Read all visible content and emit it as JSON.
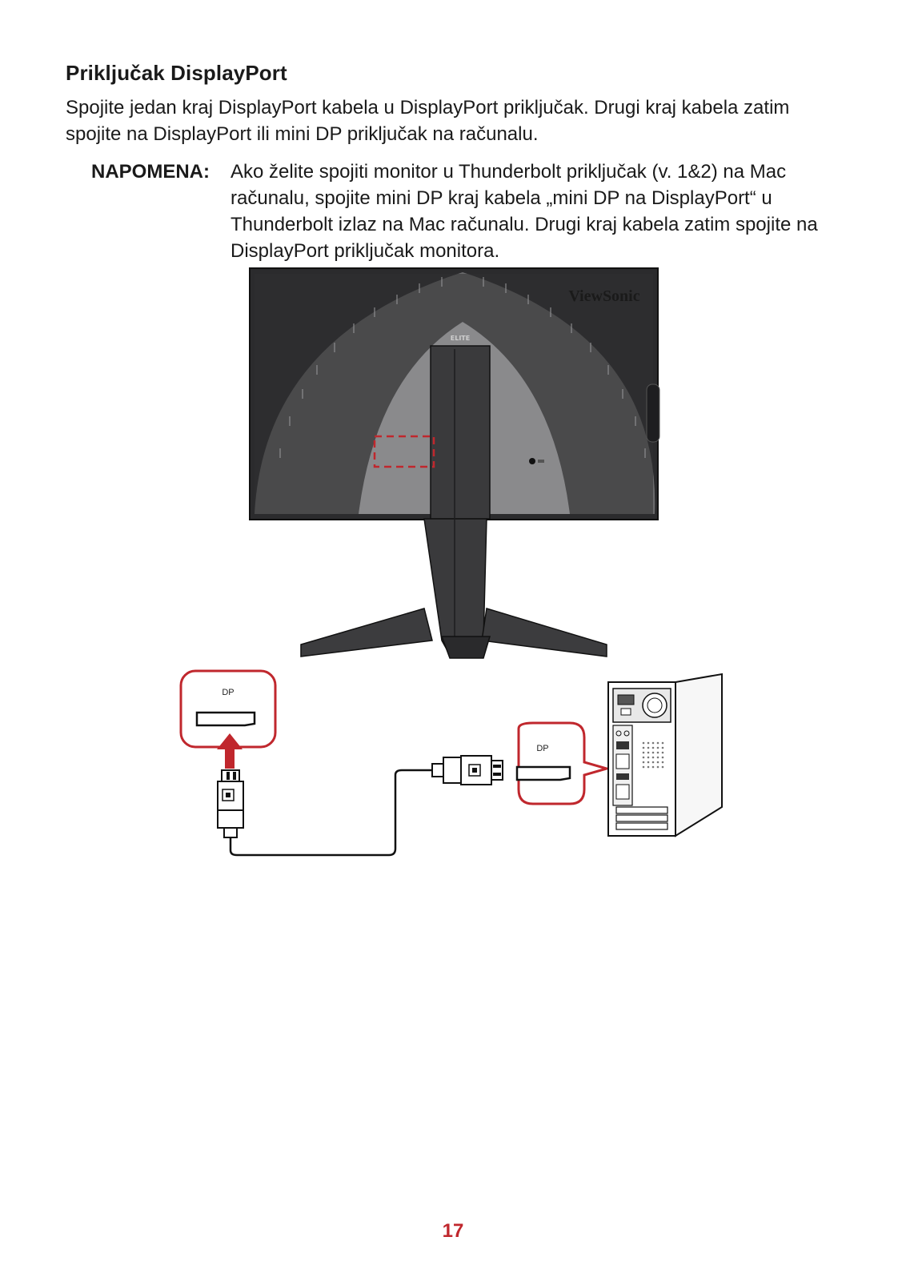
{
  "section": {
    "title": "Priključak DisplayPort",
    "body": "Spojite jedan kraj DisplayPort kabela u DisplayPort priključak. Drugi kraj kabela zatim spojite na DisplayPort ili mini DP priključak na računalu."
  },
  "note": {
    "label": "NAPOMENA:",
    "text": "Ako želite spojiti monitor u Thunderbolt priključak (v. 1&2) na Mac računalu, spojite mini DP kraj kabela „mini DP na DisplayPort“ u Thunderbolt izlaz na Mac računalu. Drugi kraj kabela zatim spojite na DisplayPort priključak monitora."
  },
  "illustration": {
    "brand_logo": "ViewSonic",
    "sub_logo": "ELITE",
    "monitor_port_label": "DP",
    "pc_port_label": "DP",
    "accent_color": "#c0272d",
    "icons": [
      "arrow-up-icon",
      "displayport-plug-icon",
      "pc-tower-icon",
      "monitor-back-icon"
    ]
  },
  "footer": {
    "page_number": "17"
  }
}
